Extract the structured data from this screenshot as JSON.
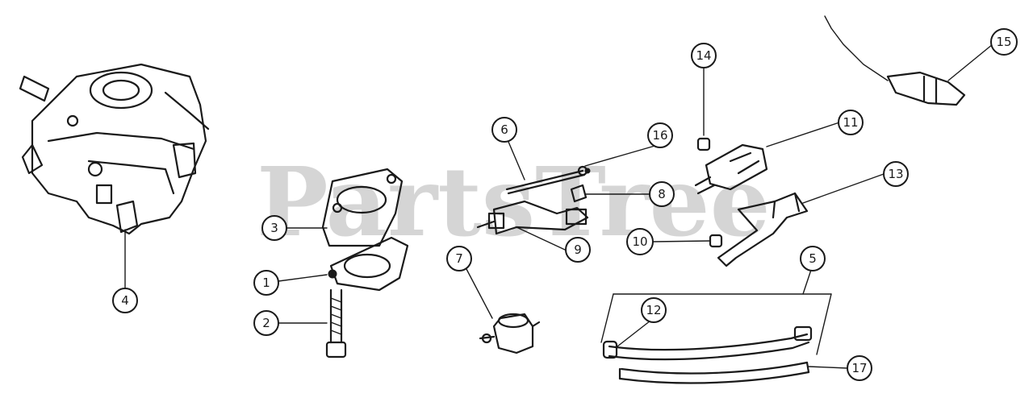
{
  "watermark": "PartsTree",
  "callouts": [
    "1",
    "2",
    "3",
    "4",
    "5",
    "6",
    "7",
    "8",
    "9",
    "10",
    "11",
    "12",
    "13",
    "14",
    "15",
    "16",
    "17"
  ],
  "colors": {
    "ink": "#1a1a1a",
    "watermark": "#c8c8c8",
    "background": "#ffffff"
  }
}
